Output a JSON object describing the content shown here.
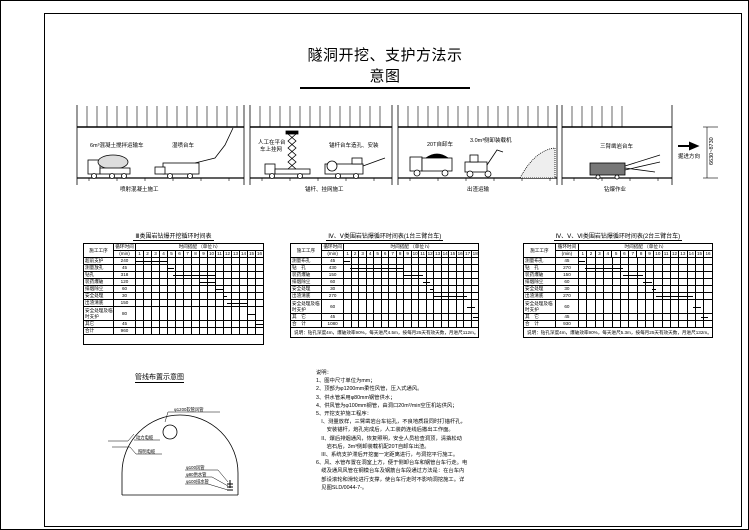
{
  "title": "隧洞开挖、支护方法示意图",
  "illustration": {
    "panels": [
      {
        "caption": "喷射混凝土施工",
        "labels": [
          "6m³混凝土搅拌运输车",
          "湿喷台车"
        ]
      },
      {
        "caption": "锚杆、挂网施工",
        "labels": [
          "人工在平台",
          "车上挂网",
          "锚杆台车造孔、安装"
        ]
      },
      {
        "caption": "出渣运输",
        "labels": [
          "20T自卸车",
          "3.0m³侧卸装载机"
        ]
      },
      {
        "caption": "钻爆作业",
        "labels": [
          "三臂凿岩台车"
        ]
      }
    ],
    "direction_label": "掘进方向",
    "dimension_label": "6630~8730"
  },
  "tables": [
    {
      "title": "Ⅲ类围岩钻爆开挖循环时间表",
      "col_process": "施工工序",
      "col_time": "循环时间",
      "col_time_unit": "(min)",
      "col_schedule": "时间搭配 （单位 h）",
      "hours": 16,
      "rows": [
        {
          "process": "超前支护",
          "time": "240",
          "bar": [
            0,
            4
          ]
        },
        {
          "process": "测量放孔",
          "time": "45",
          "bar": [
            4,
            4.8
          ]
        },
        {
          "process": "钻孔",
          "time": "318",
          "bar": [
            4.7,
            10
          ]
        },
        {
          "process": "装药爆破",
          "time": "120",
          "bar": [
            8,
            10
          ]
        },
        {
          "process": "排烟除尘",
          "time": "60",
          "bar": [
            10,
            11
          ]
        },
        {
          "process": "安全处理",
          "time": "30",
          "bar": [
            11,
            11.5
          ]
        },
        {
          "process": "出渣清底",
          "time": "150",
          "bar": [
            11.5,
            14
          ]
        },
        {
          "process": "安全处理及临时支护",
          "time": "80",
          "bar": [
            14,
            15
          ],
          "tall": true
        },
        {
          "process": "其它",
          "time": "45",
          "bar": [
            15,
            16
          ]
        },
        {
          "process": "合计",
          "time": "960",
          "bar": null
        }
      ],
      "note": ""
    },
    {
      "title": "Ⅳ、Ⅴ类围岩钻爆循环时间表(1台三臂台车)",
      "col_process": "施工工序",
      "col_time": "循环时间",
      "col_time_unit": "(min)",
      "col_schedule": "时间搭配 （单位 h）",
      "hours": 18,
      "rows": [
        {
          "process": "测量布孔",
          "time": "45",
          "bar": [
            0,
            0.75
          ]
        },
        {
          "process": "钻　孔",
          "time": "430",
          "bar": [
            0.75,
            8
          ]
        },
        {
          "process": "装药爆破",
          "time": "150",
          "bar": [
            8,
            10.5
          ]
        },
        {
          "process": "排烟除尘",
          "time": "60",
          "bar": [
            10.5,
            11.5
          ]
        },
        {
          "process": "安全处理",
          "time": "30",
          "bar": [
            11.5,
            12
          ]
        },
        {
          "process": "出渣清底",
          "time": "270",
          "bar": [
            12,
            16.5
          ]
        },
        {
          "process": "安全处理及临时支护",
          "time": "60",
          "bar": [
            16.5,
            17.5
          ],
          "tall": true
        },
        {
          "process": "其　它",
          "time": "45",
          "bar": [
            17.25,
            18
          ]
        },
        {
          "process": "合　计",
          "time": "1080",
          "bar": null
        }
      ],
      "note": "说明：钻孔深度4m，爆破效率90%，每天进尺4.5m，按每月25天有效天数，月进尺112m。"
    },
    {
      "title": "Ⅳ、Ⅴ、Ⅵ类围岩钻爆循环时间表(2台三臂台车)",
      "col_process": "施工工序",
      "col_time": "循环时间",
      "col_time_unit": "(min)",
      "col_schedule": "时间搭配 （单位 h）",
      "hours": 16,
      "rows": [
        {
          "process": "测量布孔",
          "time": "45",
          "bar": [
            0,
            0.75
          ]
        },
        {
          "process": "钻　孔",
          "time": "270",
          "bar": [
            0.75,
            5.25
          ]
        },
        {
          "process": "装药爆破",
          "time": "150",
          "bar": [
            5.25,
            7.75
          ]
        },
        {
          "process": "排烟除尘",
          "time": "60",
          "bar": [
            7.75,
            8.75
          ]
        },
        {
          "process": "安全处理",
          "time": "30",
          "bar": [
            8.75,
            9.25
          ]
        },
        {
          "process": "出渣清底",
          "time": "270",
          "bar": [
            9.25,
            13.75
          ]
        },
        {
          "process": "安全处理及临时支护",
          "time": "60",
          "bar": [
            13.75,
            14.75
          ],
          "tall": true
        },
        {
          "process": "其　它",
          "time": "45",
          "bar": [
            14.75,
            15.5
          ]
        },
        {
          "process": "合　计",
          "time": "930",
          "bar": null
        }
      ],
      "note": "说明：钻孔深度4m，爆破效率90%，每天进尺5.3m，按每月25天有效天数，月进尺132m。"
    }
  ],
  "pipeline": {
    "title": "管线布置示意图",
    "labels": {
      "vent": "φ1200软管风管",
      "power": "动力电缆",
      "light": "照明电缆",
      "air": "φ100风管",
      "water": "φ80供水管",
      "drain": "φ100排水管"
    }
  },
  "notes": {
    "heading": "说明：",
    "lines": [
      "1、图中尺寸单位为mm；",
      "2、顶部为φ1200mm柔性风管，压入式通风。",
      "3、供水管采用φ80mm钢管供水；",
      "4、供风管为φ100mm钢管，由洞口20m³/min空压机站供风；",
      "5、开挖支护施工程序：",
      "　I、测量放样，三臂凿岩台车钻孔，不良地质段同时打锚杆孔，",
      "　　安装锚杆，炮孔完成后，人工装药连线后撤出工作面。",
      "　II、爆后排烟通风，恢复照明，安全人员检查洞顶，清撬松动",
      "　　岩石后，3m³侧卸装载机配20T自卸车出渣。",
      "　III、系统支护滞后开挖面一定距离进行，与洞挖平行施工。",
      "6、风、水管布置在洞室上方，便于侧卸台车和钢管台车行走。电",
      "　缆及通风风管在钢模台车及钢筋台车段通过方法是：在台车内",
      "　部设滚轮和滑轮进行支撑，使台车行走时不影响洞挖施工。详",
      "　见图SLD/0044-7-。"
    ]
  }
}
